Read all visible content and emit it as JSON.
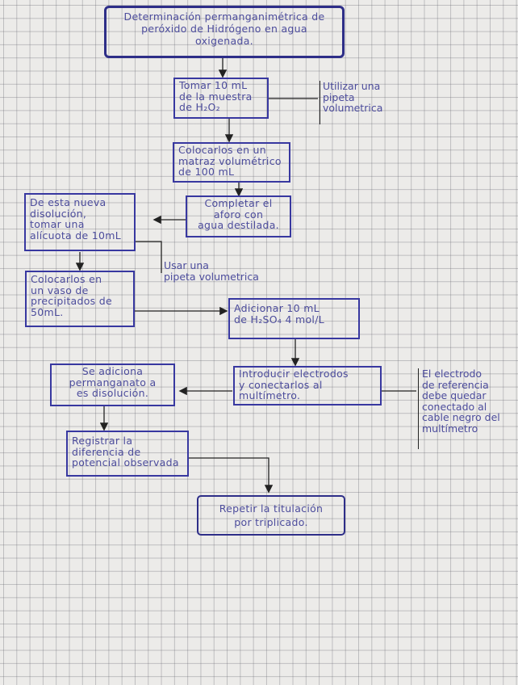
{
  "title": "Determinación permanganimétrica de\nperóxido de Hidrógeno en agua\noxigenada.",
  "steps": {
    "take_sample": "Tomar 10 mL\nde la muestra\nde H₂O₂",
    "place_flask": "Colocarlos en un\nmatraz volumétrico\nde 100 mL",
    "fill_gauge": "Completar el\naforo con\nagua destilada.",
    "new_solution": "De esta nueva\ndisolución,\ntomar una\nalícuota de 10mL",
    "place_beaker": "Colocarlos en\nun vaso de\nprecipitados de\n50mL.",
    "add_acid": "Adicionar 10 mL\nde H₂SO₄ 4 mol/L",
    "insert_electrodes": "Introducir electrodos\ny conectarlos al\nmultímetro.",
    "add_permanganate": "Se adiciona\npermanganato a\nes disolución.",
    "record_potential": "Registrar la\ndiferencia de\npotencial observada",
    "repeat": "Repetir la titulación\npor triplicado."
  },
  "notes": {
    "use_pipette_1": "Utilizar una\npipeta\nvolumetrica",
    "use_pipette_2": "Usar una\npipeta volumetrica",
    "reference_electrode": "El electrodo\nde referencia\ndebe quedar\nconectado al\ncable negro del\nmultímetro"
  }
}
